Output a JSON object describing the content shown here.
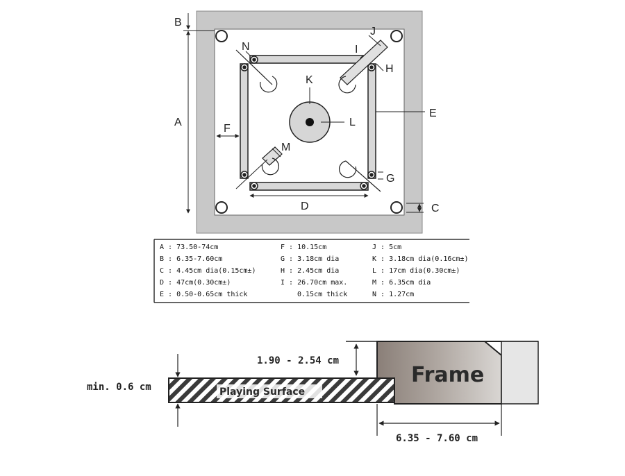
{
  "labels": {
    "A": "A",
    "B": "B",
    "C": "C",
    "D": "D",
    "E": "E",
    "F": "F",
    "G": "G",
    "H": "H",
    "I": "I",
    "J": "J",
    "K": "K",
    "L": "L",
    "M": "M",
    "N": "N"
  },
  "legend": [
    [
      "A : 73.50-74cm",
      "F : 10.15cm",
      "J : 5cm"
    ],
    [
      "B : 6.35-7.60cm",
      "G : 3.18cm dia",
      "K : 3.18cm dia(0.16cm±)"
    ],
    [
      "C : 4.45cm dia(0.15cm±)",
      "H : 2.45cm dia",
      "L : 17cm dia(0.30cm±)"
    ],
    [
      "D : 47cm(0.30cm±)",
      "I : 26.70cm max.",
      "M : 6.35cm dia"
    ],
    [
      "E : 0.50-0.65cm thick",
      "0.15cm thick",
      "N : 1.27cm"
    ]
  ],
  "section": {
    "frame_label": "Frame",
    "surface_label": "Playing Surface",
    "min_thickness": "min. 0.6 cm",
    "frame_height": "1.90 - 2.54 cm",
    "frame_width": "6.35 - 7.60 cm"
  }
}
